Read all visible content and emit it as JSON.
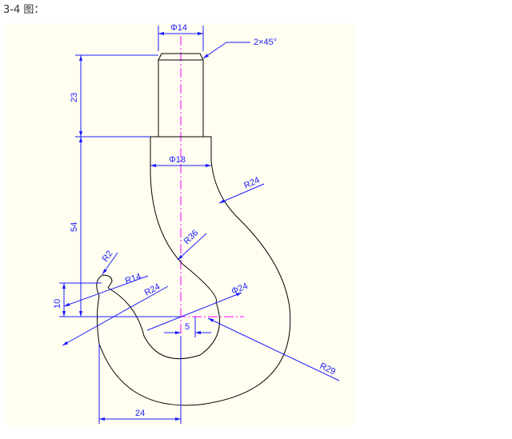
{
  "caption": "3-4 图：",
  "colors": {
    "background": "#fffef0",
    "outline": "#000000",
    "dimension": "#1d1dff",
    "centerline": "#ff00ff"
  },
  "dimensions": {
    "d14": "Φ14",
    "chamfer": "2×45°",
    "h23": "23",
    "d18": "Φ18",
    "r24_top": "R24",
    "h54": "54",
    "r36": "R36",
    "r2": "R2",
    "r14": "R14",
    "r24_left": "R24",
    "d24": "Φ24",
    "h10": "10",
    "off5": "5",
    "r29": "R29",
    "w24": "24"
  }
}
